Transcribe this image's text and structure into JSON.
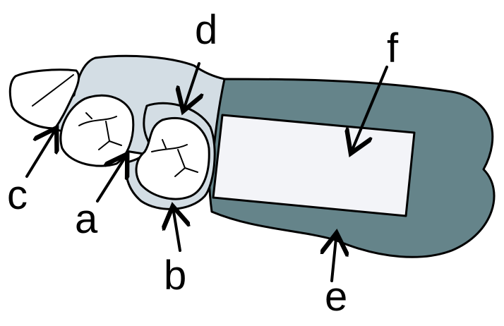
{
  "labels": {
    "a": "a",
    "b": "b",
    "c": "c",
    "d": "d",
    "e": "e",
    "f": "f"
  },
  "colors": {
    "light_tissue": "#d3dde4",
    "dark_region": "#65848a",
    "inner_rect": "#f3f4f8",
    "white_lobe": "#ffffff",
    "outline": "#000000"
  }
}
